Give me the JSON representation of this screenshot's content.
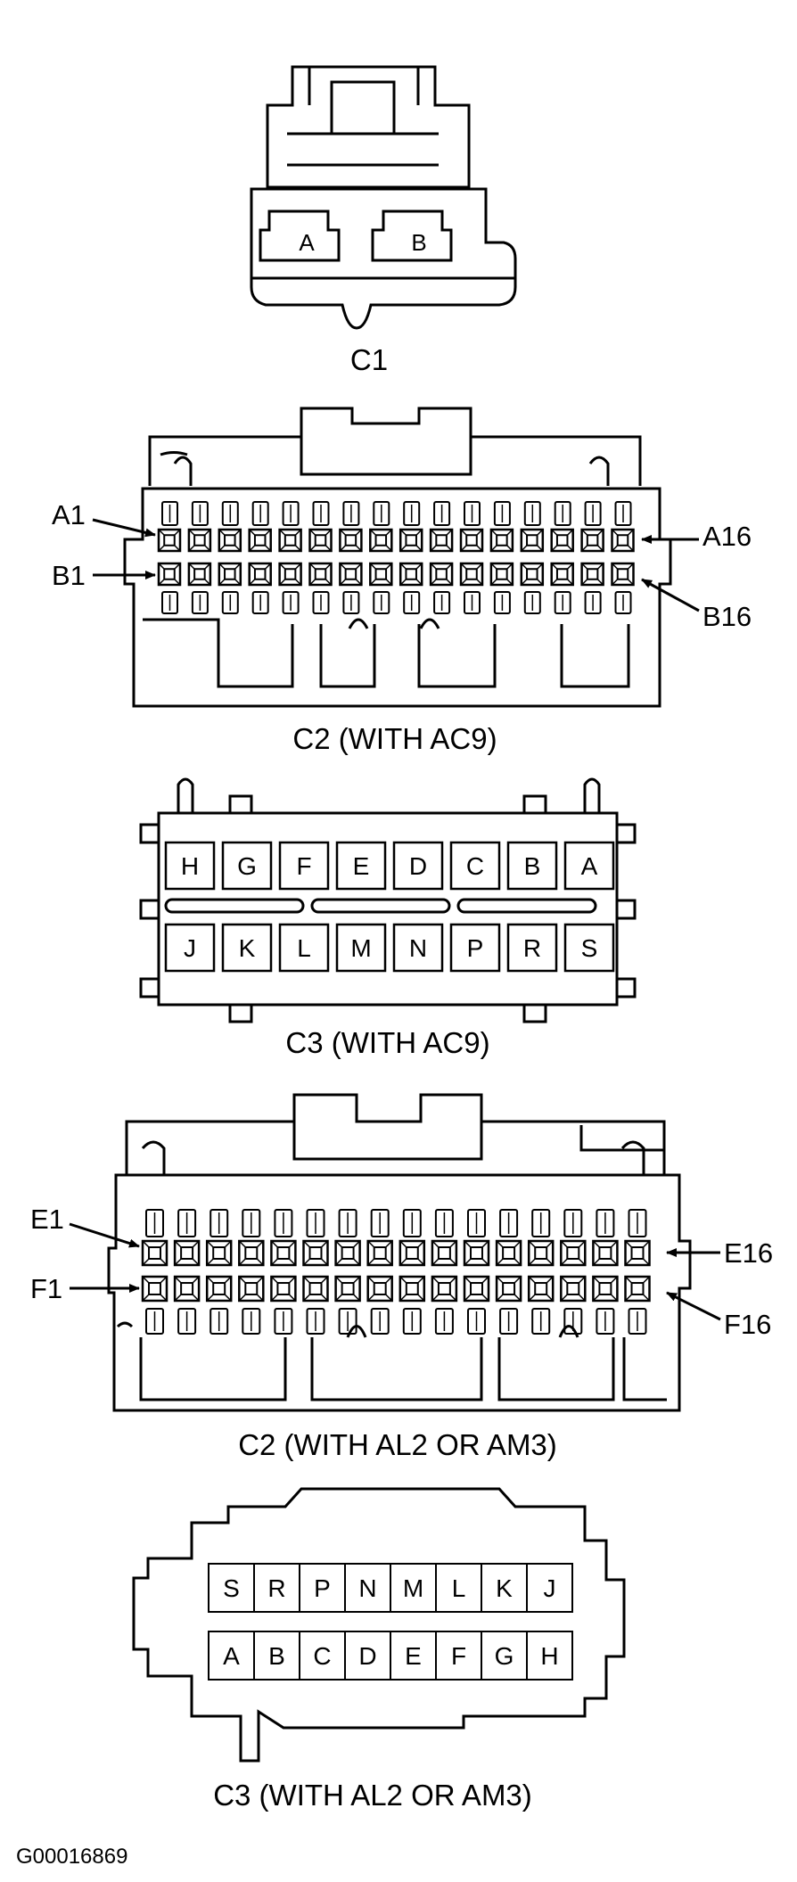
{
  "c1": {
    "title": "C1",
    "cavities": [
      "A",
      "B"
    ]
  },
  "c2_ac9": {
    "title": "C2 (WITH AC9)",
    "labels": {
      "a1": "A1",
      "b1": "B1",
      "a16": "A16",
      "b16": "B16"
    }
  },
  "c3_ac9": {
    "title": "C3 (WITH AC9)",
    "top_row": [
      "H",
      "G",
      "F",
      "E",
      "D",
      "C",
      "B",
      "A"
    ],
    "bottom_row": [
      "J",
      "K",
      "L",
      "M",
      "N",
      "P",
      "R",
      "S"
    ]
  },
  "c2_al2": {
    "title": "C2 (WITH AL2 OR AM3)",
    "labels": {
      "e1": "E1",
      "f1": "F1",
      "e16": "E16",
      "f16": "F16"
    }
  },
  "c3_al2": {
    "title": "C3 (WITH AL2 OR AM3)",
    "top_row": [
      "S",
      "R",
      "P",
      "N",
      "M",
      "L",
      "K",
      "J"
    ],
    "bottom_row": [
      "A",
      "B",
      "C",
      "D",
      "E",
      "F",
      "G",
      "H"
    ]
  },
  "figure_id": "G00016869"
}
